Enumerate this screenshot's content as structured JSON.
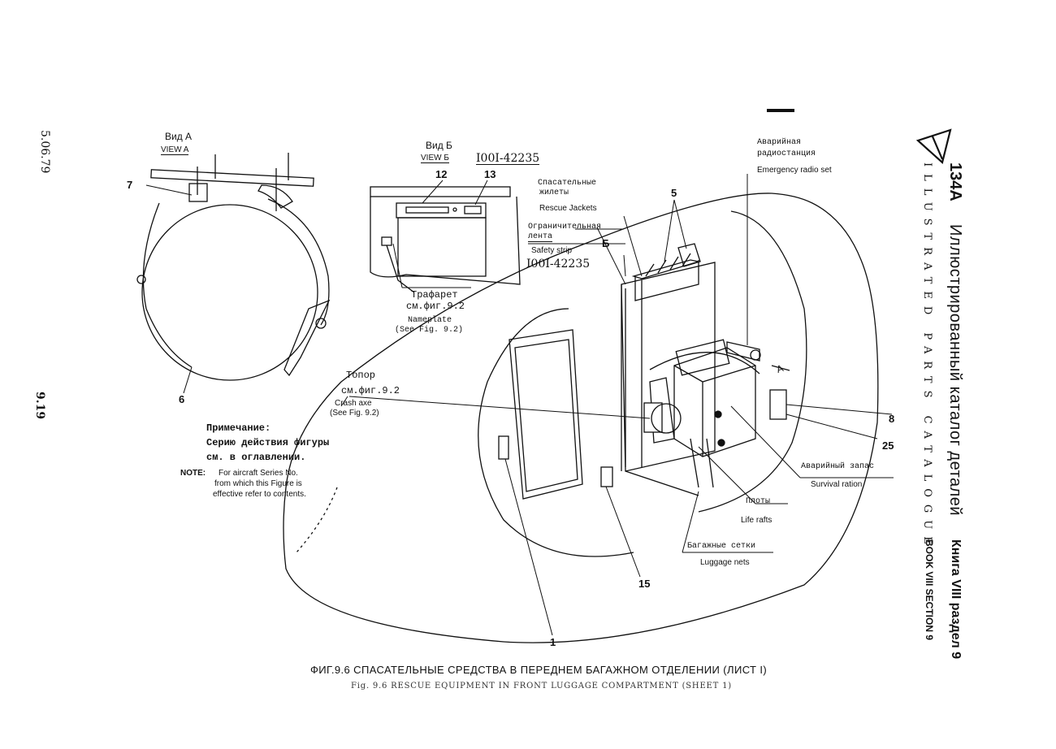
{
  "margin": {
    "date": "5.06.79",
    "page": "9.19"
  },
  "spine": {
    "model": "134A",
    "title_ru": "Иллюстрированный каталог деталей",
    "title_en": "ILLUSTRATED PARTS CATALOGUE",
    "book_ru": "Книга VIII раздел 9",
    "book_en": "BOOK VIII SECTION 9"
  },
  "view_a": {
    "title_ru": "Вид А",
    "title_en": "VIEW A",
    "callout_7": "7",
    "callout_6": "6"
  },
  "view_b": {
    "title_ru": "Вид Б",
    "title_en": "VIEW Б",
    "part_number": "I00I-42235",
    "callout_12": "12",
    "callout_13": "13",
    "stencil_ru": "Трафарет",
    "stencil_ref_ru": "см.фиг.9.2",
    "stencil_en": "Nameplate",
    "stencil_ref_en": "(See Fig. 9.2)"
  },
  "note": {
    "title_ru": "Примечание:",
    "line1_ru": "Серию действия фигуры",
    "line2_ru": "см. в оглавлении.",
    "en_label": "NOTE:",
    "en_line1": "For aircraft Series No.",
    "en_line2": "from which this Figure is",
    "en_line3": "effective refer to contents."
  },
  "labels": {
    "rescue_vest_ru1": "Спасательные",
    "rescue_vest_ru2": "жилеты",
    "rescue_vest_en": "Rescue Jackets",
    "safety_strip_ru1": "Ограничительная",
    "safety_strip_ru2": "лента",
    "safety_strip_en": "Safety strip",
    "view_b_marker": "Б",
    "part_number_main": "I00I-42235",
    "callout_5": "5",
    "radio_ru1": "Аварийная",
    "radio_ru2": "радиостанция",
    "radio_en": "Emergency radio set",
    "view_a_marker": "А",
    "axe_ru": "Топор",
    "axe_ref_ru": "см.фиг.9.2",
    "axe_en": "Crash axe",
    "axe_ref_en": "(See Fig. 9.2)",
    "callout_8": "8",
    "callout_25": "25",
    "ration_ru": "Аварийный запас",
    "ration_en": "Survival ration",
    "rafts_ru": "Плоты",
    "rafts_en": "Life rafts",
    "nets_ru": "Багажные сетки",
    "nets_en": "Luggage nets",
    "callout_15": "15",
    "callout_1": "1"
  },
  "caption": {
    "ru": "ФИГ.9.6 СПАСАТЕЛЬНЫЕ СРЕДСТВА В ПЕРЕДНЕМ БАГАЖНОМ ОТДЕЛЕНИИ (ЛИСТ I)",
    "en": "Fig. 9.6 RESCUE EQUIPMENT IN FRONT LUGGAGE COMPARTMENT (SHEET 1)"
  }
}
